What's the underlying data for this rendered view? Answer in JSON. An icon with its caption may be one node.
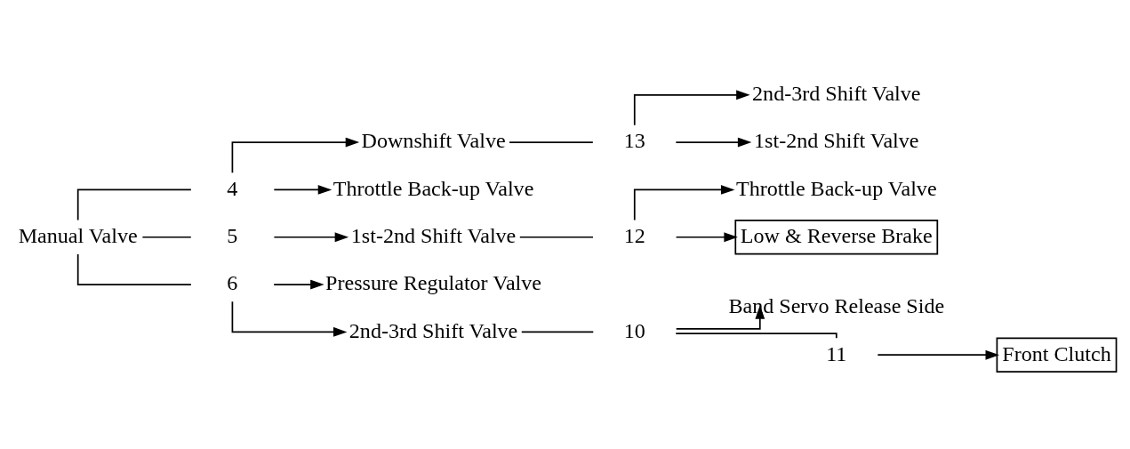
{
  "diagram": {
    "nodes": [
      {
        "text": [
          "Manual Valve"
        ]
      },
      {
        "text": [
          "4"
        ]
      },
      {
        "text": [
          "Downshift Valve"
        ]
      },
      {
        "text": [
          "13"
        ]
      },
      {
        "text": [
          "2nd-3rd Shift Valve"
        ]
      },
      {
        "text": [
          "1st-2nd Shift Valve"
        ]
      },
      {
        "text": [
          "Throttle Back-up Valve"
        ]
      },
      {
        "text": [
          "5"
        ]
      },
      {
        "text": [
          "1st-2nd Shift Valve"
        ]
      },
      {
        "text": [
          "12"
        ]
      },
      {
        "text": [
          "Throttle Back-up Valve"
        ]
      },
      {
        "text": [
          "Low & Reverse Brake"
        ]
      },
      {
        "text": [
          "6"
        ]
      },
      {
        "text": [
          "Pressure Regulator Valve"
        ]
      },
      {
        "text": [
          "2nd-3rd Shift Valve"
        ]
      },
      {
        "text": [
          "10"
        ]
      },
      {
        "text": [
          "Band Servo Release Side"
        ]
      },
      {
        "text": [
          "11"
        ]
      },
      {
        "text": [
          "Front Clutch"
        ]
      }
    ],
    "edges": [
      {
        "from": 0,
        "to": 1,
        "arrow": "none"
      },
      {
        "from": 1,
        "to": 2,
        "arrow": "to"
      },
      {
        "from": 1,
        "to": 6,
        "arrow": "to"
      },
      {
        "from": 2,
        "to": 3,
        "arrow": "none"
      },
      {
        "from": 3,
        "to": 4,
        "arrow": "to"
      },
      {
        "from": 3,
        "to": 5,
        "arrow": "to"
      },
      {
        "from": 0,
        "to": 7,
        "arrow": "none"
      },
      {
        "from": 7,
        "to": 8,
        "arrow": "to"
      },
      {
        "from": 8,
        "to": 9,
        "arrow": "none"
      },
      {
        "from": 9,
        "to": 10,
        "arrow": "to"
      },
      {
        "from": 9,
        "to": 11,
        "arrow": "to"
      },
      {
        "from": 0,
        "to": 12,
        "arrow": "none"
      },
      {
        "from": 12,
        "to": 13,
        "arrow": "to"
      },
      {
        "from": 12,
        "to": 14,
        "arrow": "to"
      },
      {
        "from": 14,
        "to": 15,
        "arrow": "none"
      },
      {
        "from": 15,
        "to": 16,
        "arrow": "to"
      },
      {
        "from": 15,
        "to": 17,
        "arrow": "none"
      },
      {
        "from": 17,
        "to": 18,
        "arrow": "to"
      }
    ]
  }
}
